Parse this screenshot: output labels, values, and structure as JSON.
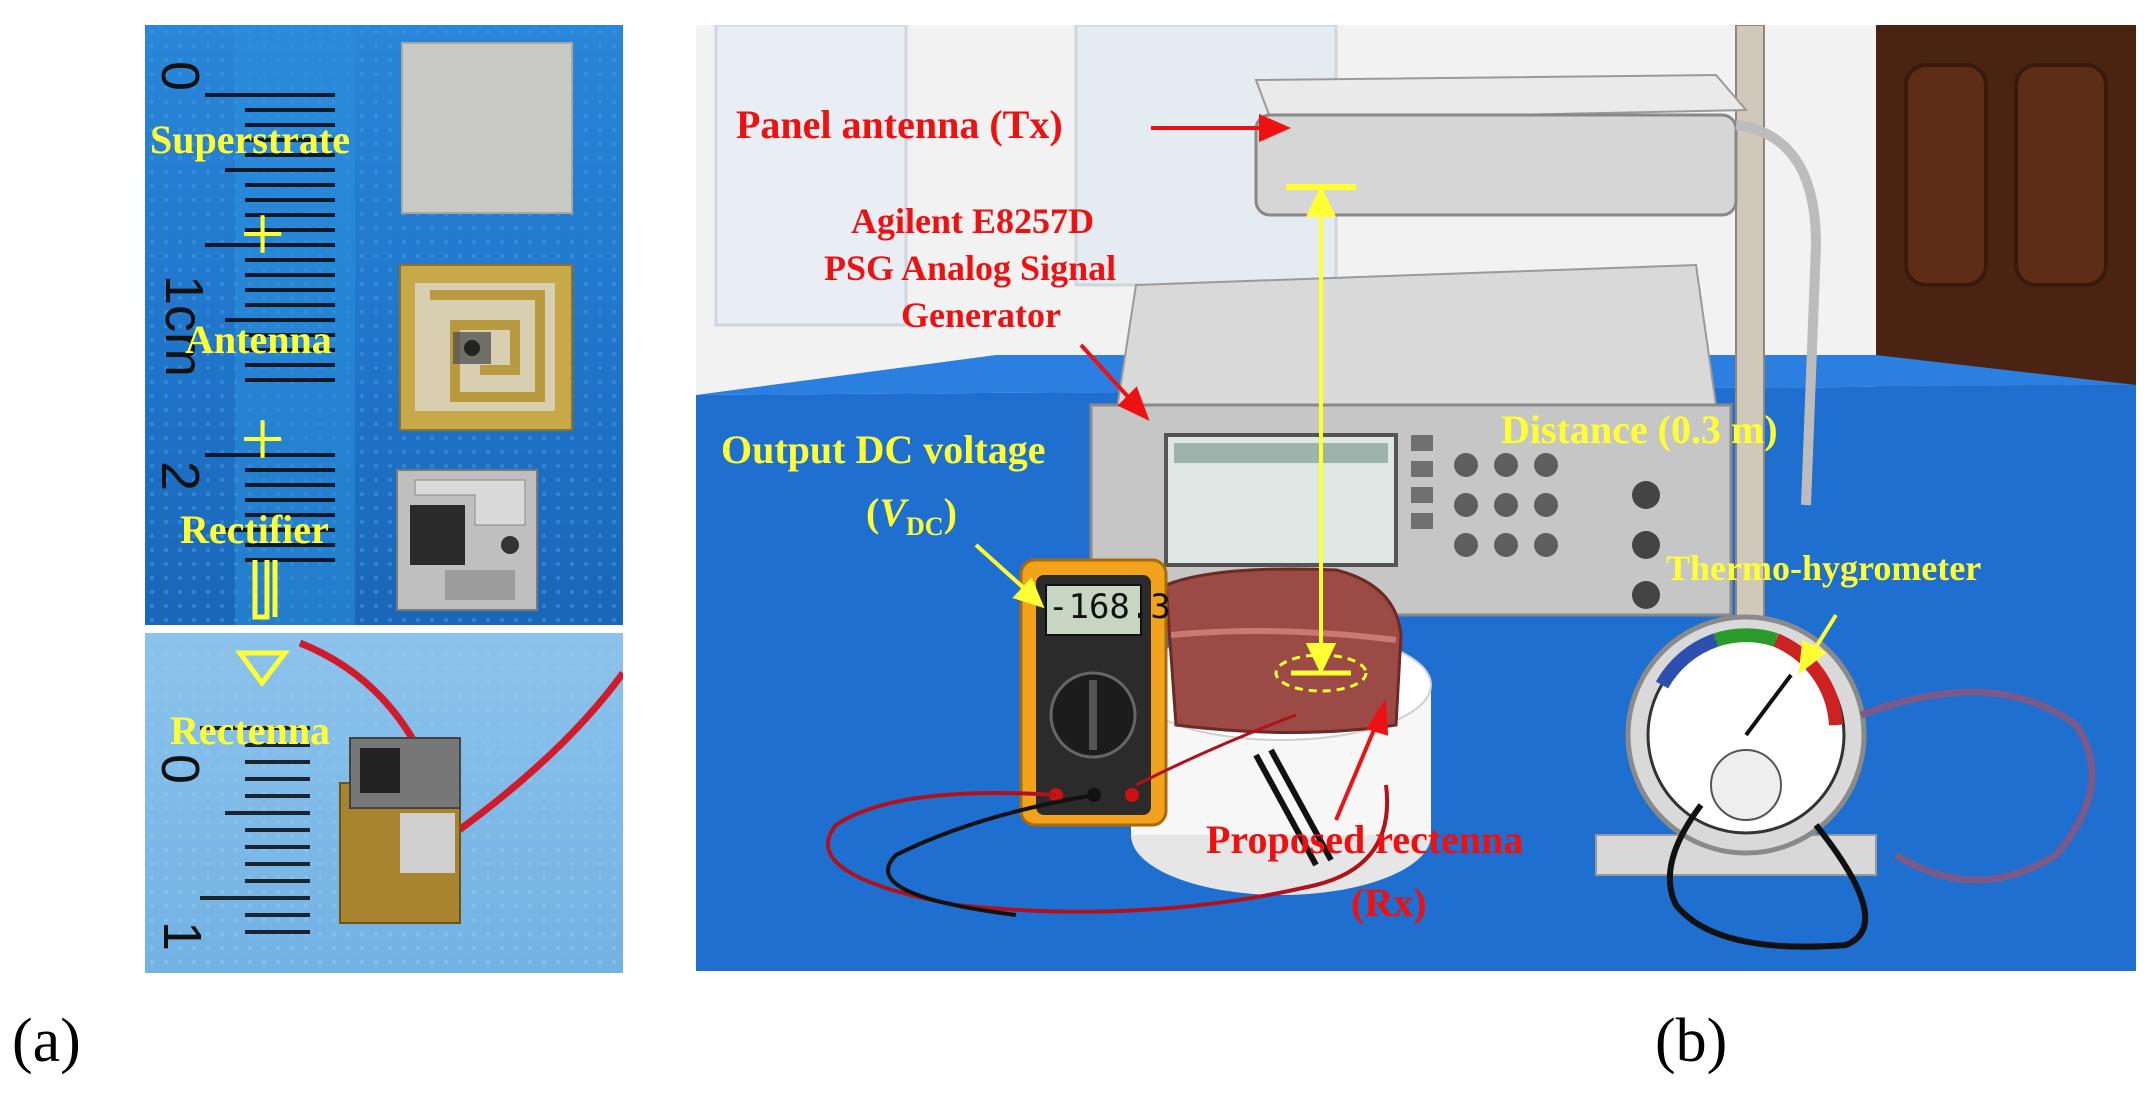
{
  "panel_a": {
    "labels": {
      "superstrate": "Superstrate",
      "antenna": "Antenna",
      "rectifier": "Rectifier",
      "rectenna": "Rectenna",
      "plus": "+"
    },
    "ruler_top": [
      "0",
      "1cm",
      "2"
    ],
    "ruler_bottom": [
      "0",
      "1"
    ],
    "caption": "(a)"
  },
  "panel_b": {
    "labels": {
      "panel_antenna": "Panel antenna (Tx)",
      "generator_line1": "Agilent E8257D",
      "generator_line2": "PSG Analog Signal",
      "generator_line3": "Generator",
      "output_dc": "Output DC voltage",
      "vdc_v": "V",
      "vdc_sub": "DC",
      "distance": "Distance (0.3 m)",
      "thermo": "Thermo-hygrometer",
      "proposed_line1": "Proposed rectenna",
      "proposed_line2": "(Rx)"
    },
    "multimeter_reading": "-168.3",
    "caption": "(b)"
  },
  "colors": {
    "yellow_label": "#ffff33",
    "red_label": "#ee1111",
    "background_blue": "#1f6fd0"
  }
}
